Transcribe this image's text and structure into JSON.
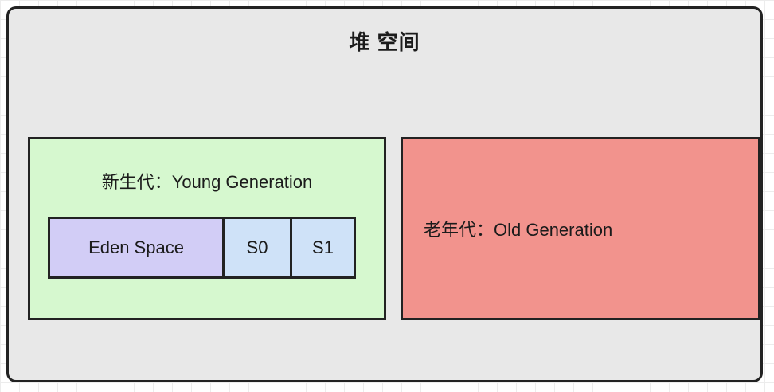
{
  "title": "堆 空间",
  "young": {
    "label": "新生代：Young Generation",
    "eden": "Eden Space",
    "s0": "S0",
    "s1": "S1"
  },
  "old": {
    "label": "老年代：Old Generation"
  },
  "colors": {
    "container_fill": "#e8e8e8",
    "container_border": "#222222",
    "young_fill": "#d6f8cf",
    "eden_fill": "#d2cdf6",
    "survivor_fill": "#cfe2f8",
    "old_fill": "#f2938d",
    "text": "#1b1b1b",
    "grid_line": "#ececec"
  }
}
